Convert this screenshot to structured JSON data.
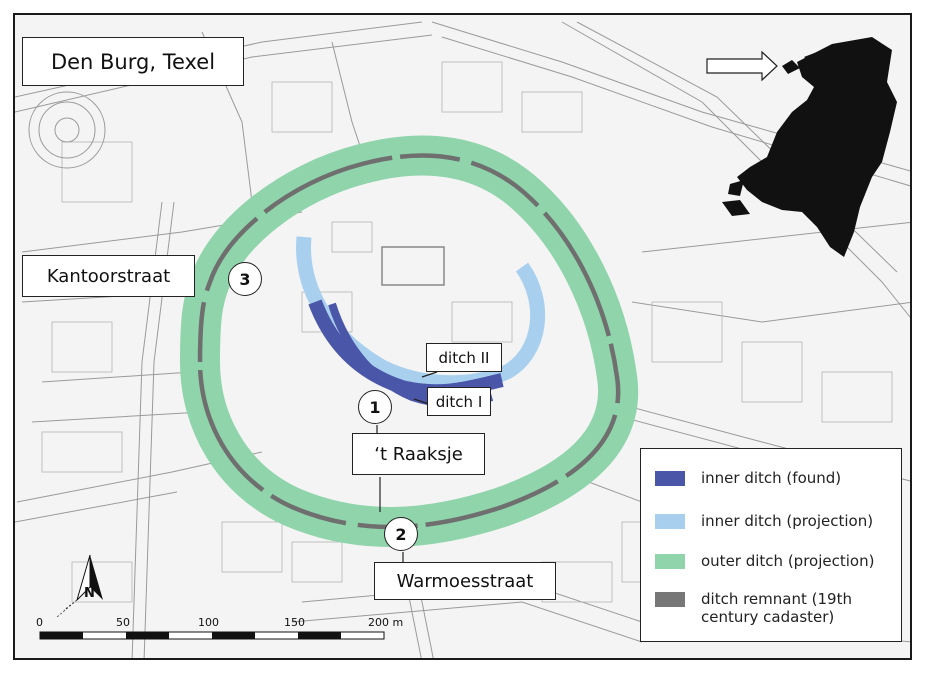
{
  "title": "Den Burg, Texel",
  "streets": {
    "kantoorstraat": "Kantoorstraat",
    "raaksje": "‘t Raaksje",
    "warmoesstraat": "Warmoesstraat"
  },
  "ditch_labels": {
    "ditch_ii": "ditch II",
    "ditch_i": "ditch I"
  },
  "site_markers": [
    "1",
    "2",
    "3"
  ],
  "north_label": "N",
  "scale_bar": {
    "ticks": [
      "0",
      "50",
      "100",
      "150",
      "200 m"
    ]
  },
  "legend": [
    {
      "label": "inner ditch (found)",
      "color": "#4a56a8"
    },
    {
      "label": "inner ditch (projection)",
      "color": "#a8d0ee"
    },
    {
      "label": "outer ditch (projection)",
      "color": "#8fd4ab"
    },
    {
      "label": "ditch remnant (19th century cadaster)",
      "color": "#777777"
    }
  ],
  "inset_map": "netherlands-silhouette"
}
